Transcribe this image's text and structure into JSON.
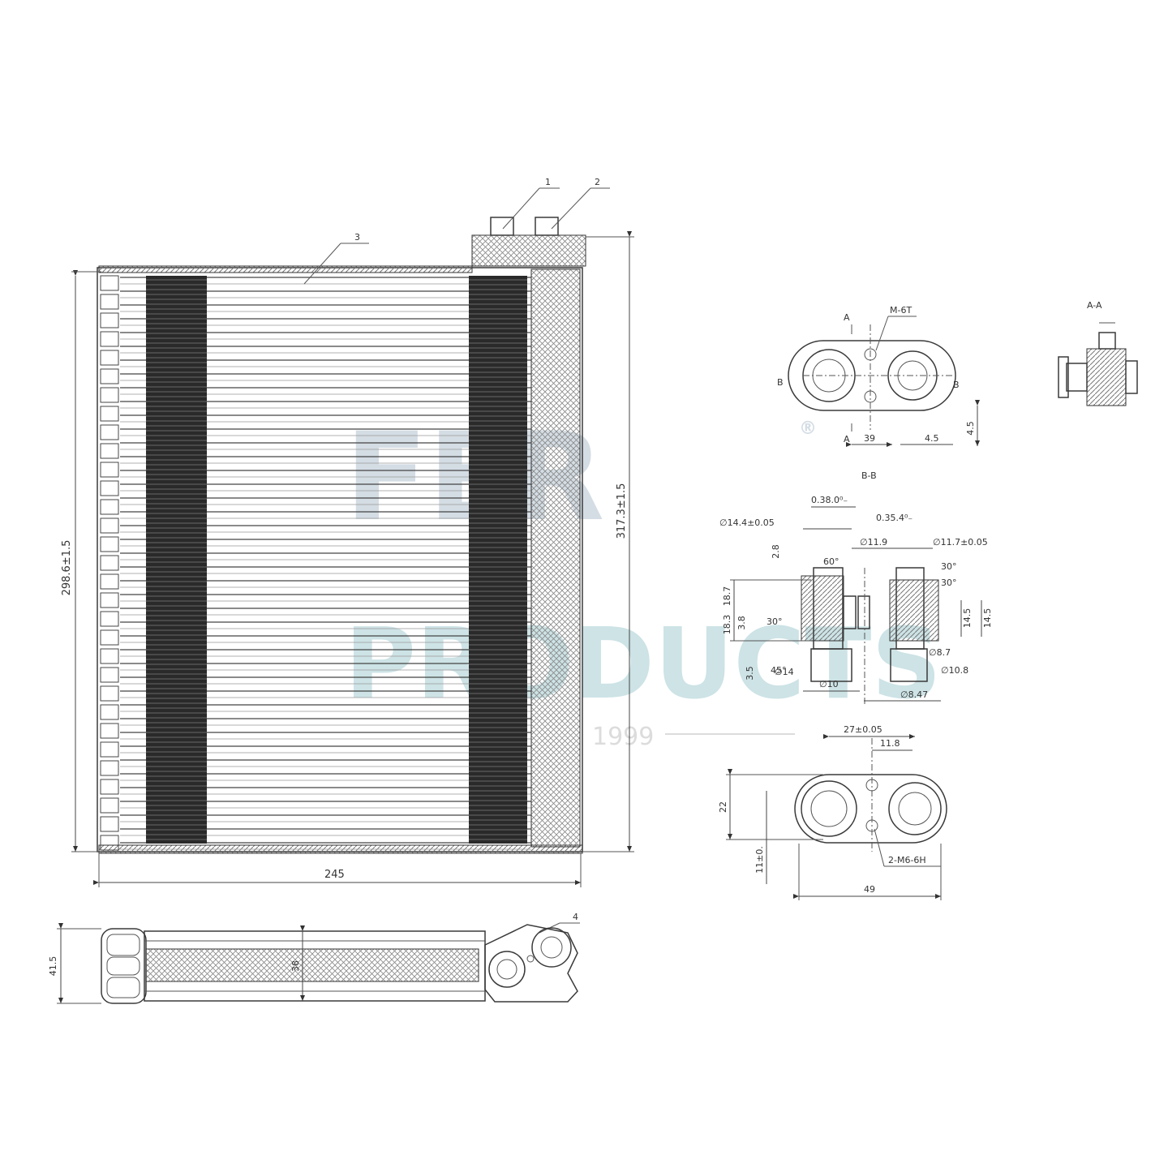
{
  "watermark": {
    "line1": "FER",
    "line2": "PRODUCTS",
    "year": "1999",
    "registered": "®",
    "color_line1": "#d4dde4",
    "color_line2": "#cde3e6"
  },
  "part_callouts": [
    "1",
    "2",
    "3",
    "4"
  ],
  "main_view": {
    "dim_height_left": "298.6±1.5",
    "dim_height_right": "317.3±1.5",
    "dim_width": "245"
  },
  "bottom_view": {
    "dim_depth": "41.5",
    "dim_core": "38"
  },
  "flange_top": {
    "label_a_top": "A",
    "label_a_bottom": "A",
    "label_b_left": "B",
    "label_b_right": "B",
    "thread": "M-6T",
    "dim_spacing": "39",
    "dim_offset": "4.5",
    "dim_side": "4.5"
  },
  "section_aa": {
    "title": "A-A"
  },
  "section_bb": {
    "title": "B-B",
    "d_outer_left": "∅14.4±0.05",
    "d_outer_right": "∅11.7±0.05",
    "d_inner_left": "∅11.9",
    "groove_left": "0.38.0⁰₋",
    "groove_right": "0.35.4⁰₋",
    "chamfer_top": "2.8",
    "angle_60": "60°",
    "angle_30a": "30°",
    "angle_30b": "30°",
    "angle_30c": "30°",
    "angle_45": "45°",
    "h_left1": "18.7",
    "h_left2": "18.3",
    "h_left3": "3.5",
    "h_left4": "3.8",
    "h_right1": "14.5",
    "h_right2": "14.5",
    "d_bottom_left": "∅10",
    "d_bottom_mid": "∅8.47",
    "d_bottom_right1": "∅8.7",
    "d_bottom_right2": "∅10.8",
    "d_small": "∅14"
  },
  "flange_bottom": {
    "dim_top1": "27±0.05",
    "dim_top2": "11.8",
    "dim_height": "22",
    "dim_lower": "11±0.",
    "dim_width": "49",
    "holes": "2-M6-6H"
  }
}
